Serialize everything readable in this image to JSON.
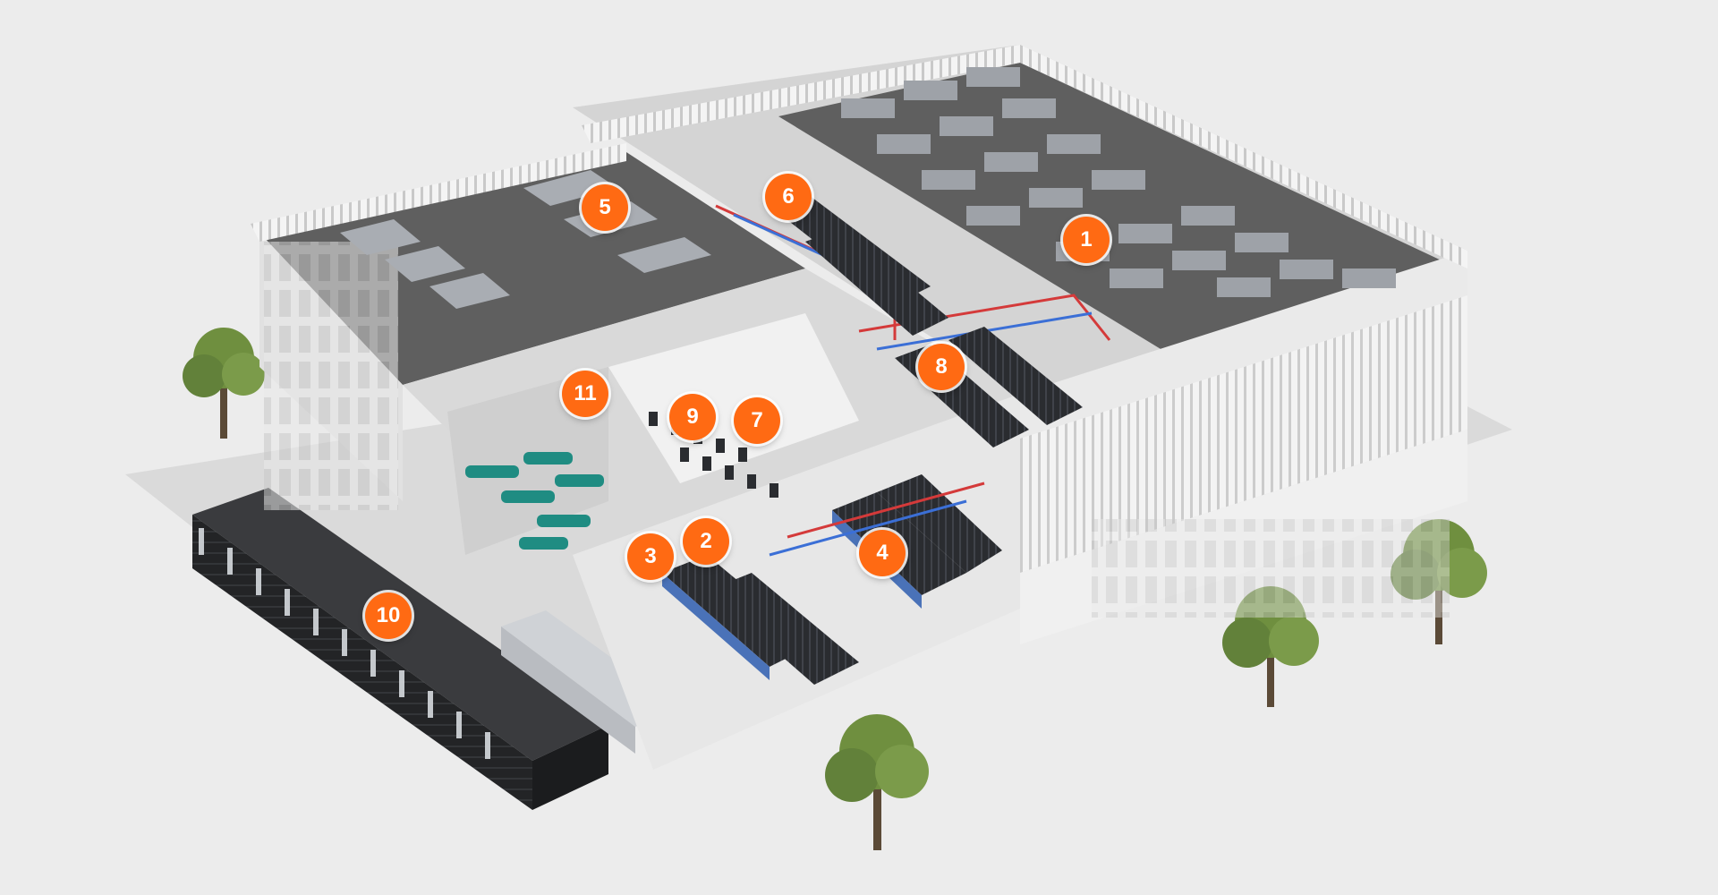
{
  "colors": {
    "background": "#ececec",
    "hotspot": "#ff6a13",
    "hotspot_text": "#ffffff",
    "roof": "#5f5f5f",
    "wall": "#e4e4e4",
    "rack": "#2a2c30",
    "rack_blue": "#4a72b8",
    "pipe_red": "#d43a3a",
    "pipe_blue": "#3b6fd6",
    "chiller": "#1f8c82",
    "tree": "#6f8f3f"
  },
  "hotspots": [
    {
      "id": "1",
      "label": "1"
    },
    {
      "id": "2",
      "label": "2"
    },
    {
      "id": "3",
      "label": "3"
    },
    {
      "id": "4",
      "label": "4"
    },
    {
      "id": "5",
      "label": "5"
    },
    {
      "id": "6",
      "label": "6"
    },
    {
      "id": "7",
      "label": "7"
    },
    {
      "id": "8",
      "label": "8"
    },
    {
      "id": "9",
      "label": "9"
    },
    {
      "id": "10",
      "label": "10"
    },
    {
      "id": "11",
      "label": "11"
    }
  ]
}
